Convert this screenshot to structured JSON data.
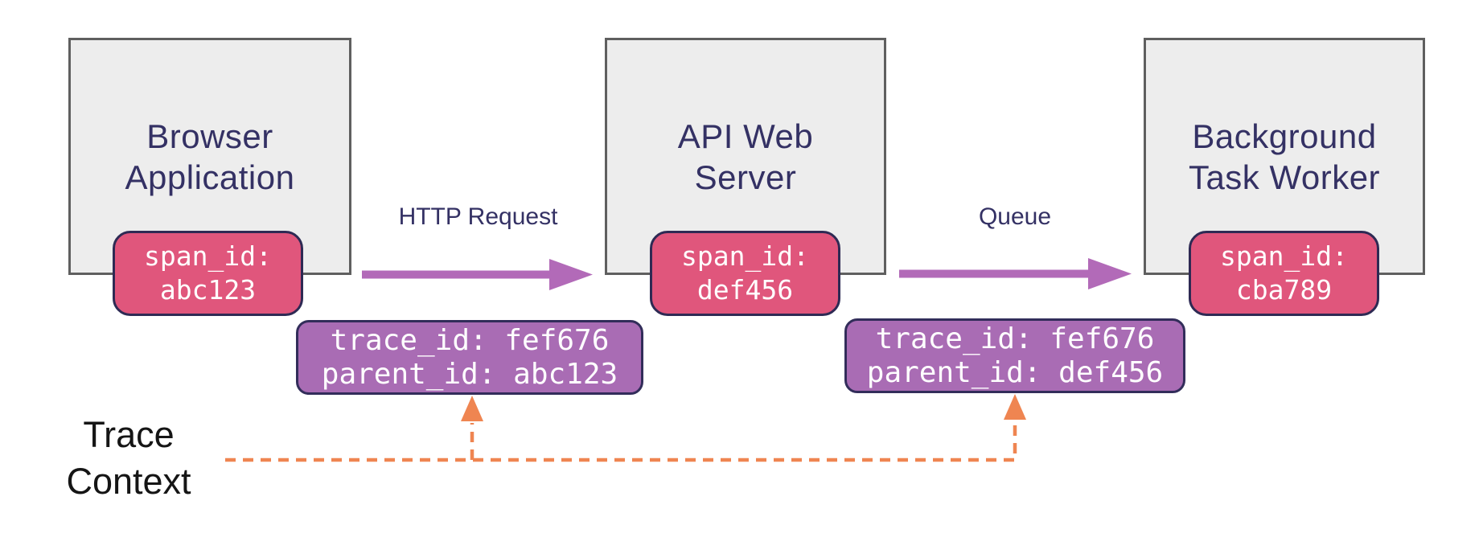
{
  "diagram": {
    "type": "distributed-tracing-flow",
    "colors": {
      "node_fill": "#ededed",
      "node_border": "#5f5f5f",
      "title_text": "#343164",
      "span_fill": "#e0567c",
      "span_border": "#2e2a54",
      "span_text": "#ffffff",
      "context_fill": "#a96cb4",
      "context_border": "#322d5a",
      "context_text": "#ffffff",
      "arrow": "#b26ab8",
      "trace_line": "#ef8551",
      "trace_label_text": "#151515",
      "bg": "#ffffff"
    },
    "nodes": [
      {
        "title_lines": [
          "Browser",
          "Application"
        ],
        "span": {
          "label": "span_id:",
          "value": "abc123"
        }
      },
      {
        "title_lines": [
          "API Web",
          "Server"
        ],
        "span": {
          "label": "span_id:",
          "value": "def456"
        }
      },
      {
        "title_lines": [
          "Background",
          "Task Worker"
        ],
        "span": {
          "label": "span_id:",
          "value": "cba789"
        }
      }
    ],
    "edges": [
      {
        "label": "HTTP Request"
      },
      {
        "label": "Queue"
      }
    ],
    "contexts": [
      {
        "line1": "trace_id: fef676",
        "line2": "parent_id: abc123"
      },
      {
        "line1": "trace_id: fef676",
        "line2": "parent_id: def456"
      }
    ],
    "trace_context_label": {
      "line1": "Trace",
      "line2": "Context"
    }
  }
}
